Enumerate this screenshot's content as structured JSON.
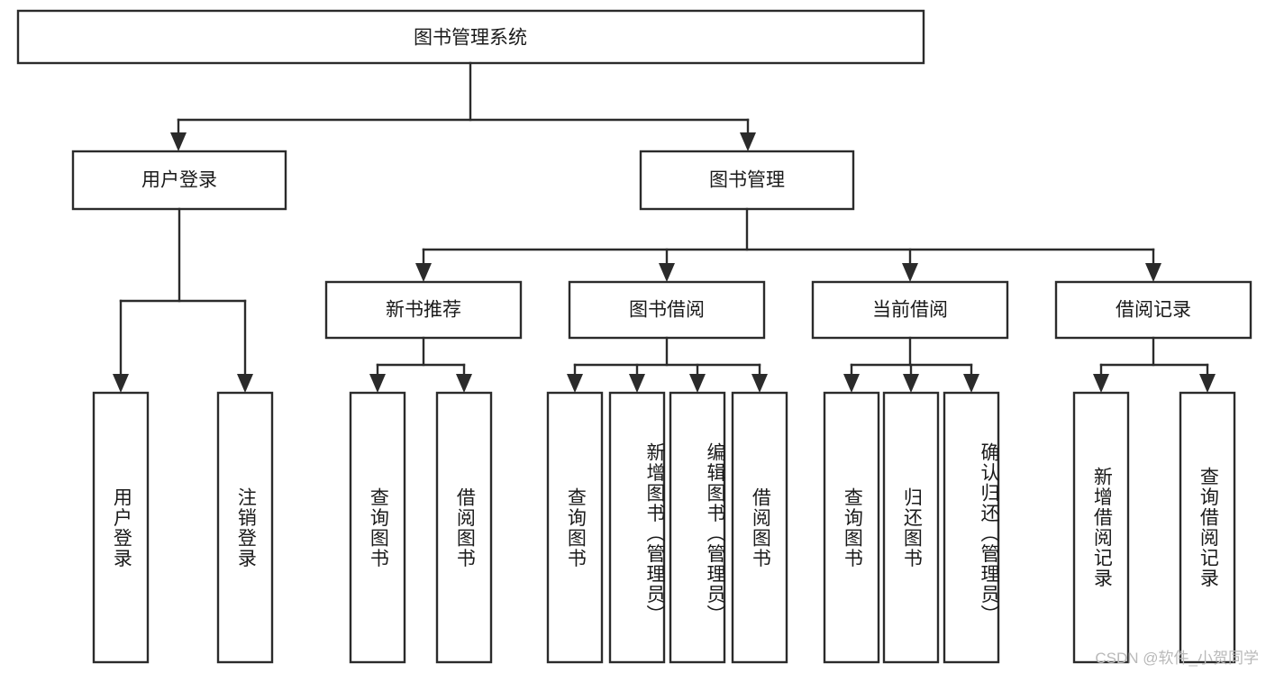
{
  "diagram": {
    "type": "tree-hierarchy",
    "title": "图书管理系统",
    "orientation": "top-down",
    "colors": {
      "stroke": "#2b2b2b",
      "fill": "#ffffff",
      "text": "#1a1a1a",
      "watermark": "#b9b9b9",
      "background": "#ffffff"
    },
    "levels": {
      "root": {
        "label": "图书管理系统"
      },
      "level2": [
        {
          "label": "用户登录"
        },
        {
          "label": "图书管理"
        }
      ],
      "level3": [
        {
          "label": "新书推荐"
        },
        {
          "label": "图书借阅"
        },
        {
          "label": "当前借阅"
        },
        {
          "label": "借阅记录"
        }
      ],
      "leaves": {
        "user_login": [
          {
            "label": "用户登录"
          },
          {
            "label": "注销登录"
          }
        ],
        "new_book_recommend": [
          {
            "label": "查询图书"
          },
          {
            "label": "借阅图书"
          }
        ],
        "book_borrow": [
          {
            "label": "查询图书"
          },
          {
            "label": "新增图书（管理员）"
          },
          {
            "label": "编辑图书（管理员）"
          },
          {
            "label": "借阅图书"
          }
        ],
        "current_borrow": [
          {
            "label": "查询图书"
          },
          {
            "label": "归还图书"
          },
          {
            "label": "确认归还（管理员）"
          }
        ],
        "borrow_record": [
          {
            "label": "新增借阅记录"
          },
          {
            "label": "查询借阅记录"
          }
        ]
      }
    }
  },
  "watermark": {
    "text": "CSDN @软件_小贺同学"
  }
}
